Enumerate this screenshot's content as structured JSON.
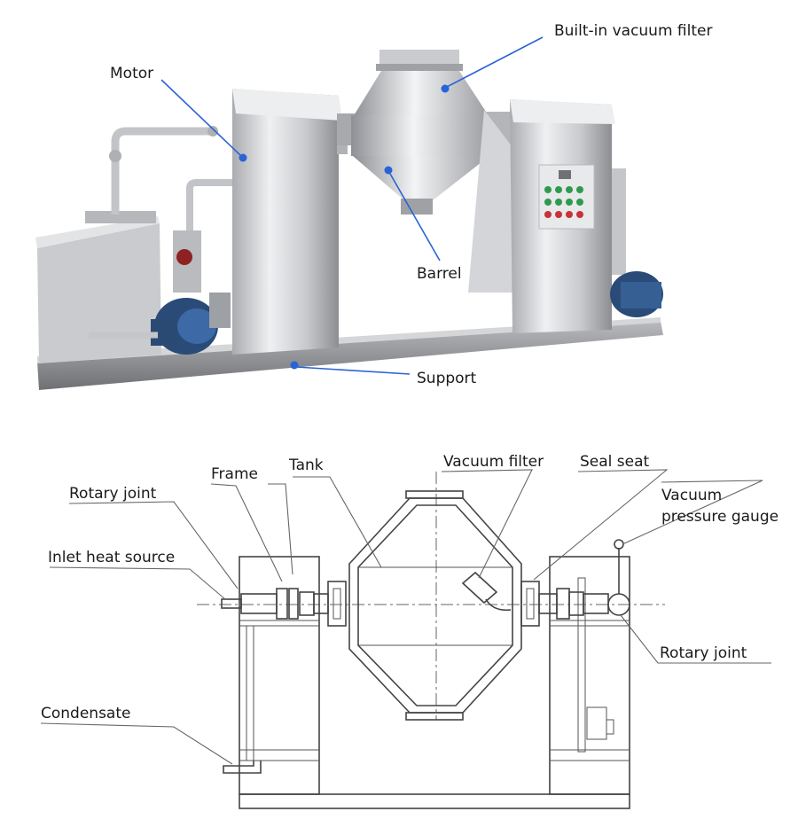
{
  "photo": {
    "labels": {
      "motor": "Motor",
      "filter": "Built-in vacuum filter",
      "barrel": "Barrel",
      "support": "Support"
    },
    "colors": {
      "callout": "#2a63d6",
      "steel_light": "#e4e4e6",
      "steel_mid": "#b9babd",
      "steel_dark": "#7d7f83",
      "pump_blue": "#2a4b78",
      "panel_green": "#2f9a4e",
      "panel_red": "#c8323a"
    }
  },
  "drawing": {
    "labels": {
      "frame": "Frame",
      "tank": "Tank",
      "vacuum_filter": "Vacuum filter",
      "seal_seat": "Seal seat",
      "rotary_joint_left": "Rotary joint",
      "inlet_heat_source": "Inlet heat source",
      "vacuum_gauge_line1": "Vacuum",
      "vacuum_gauge_line2": "pressure gauge",
      "rotary_joint_right": "Rotary joint",
      "condensate": "Condensate"
    }
  }
}
